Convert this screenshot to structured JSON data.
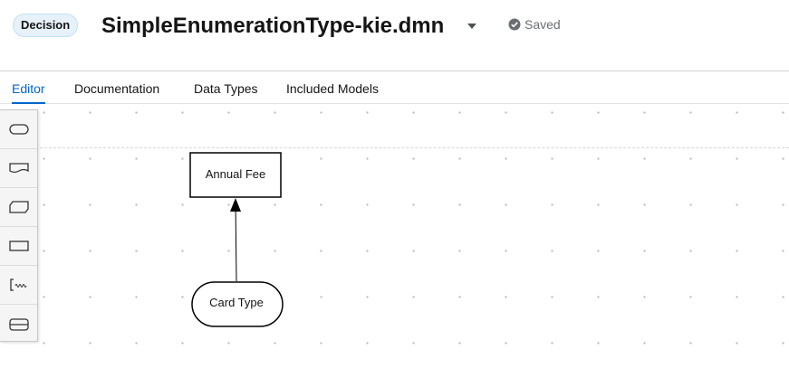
{
  "header": {
    "badge": "Decision",
    "title": "SimpleEnumerationType-kie.dmn",
    "status": "Saved"
  },
  "tabs": [
    {
      "label": "Editor",
      "active": true
    },
    {
      "label": "Documentation",
      "active": false
    },
    {
      "label": "Data Types",
      "active": false
    },
    {
      "label": "Included Models",
      "active": false
    }
  ],
  "palette": [
    {
      "icon": "input-data-icon"
    },
    {
      "icon": "knowledge-source-icon"
    },
    {
      "icon": "business-knowledge-model-icon"
    },
    {
      "icon": "decision-icon"
    },
    {
      "icon": "text-annotation-icon"
    },
    {
      "icon": "decision-service-icon"
    }
  ],
  "diagram": {
    "decision_node": {
      "label": "Annual Fee"
    },
    "input_node": {
      "label": "Card Type"
    }
  },
  "colors": {
    "accent": "#0066cc",
    "badge_bg": "#e7f1fa",
    "saved_gray": "#6a6e73"
  }
}
